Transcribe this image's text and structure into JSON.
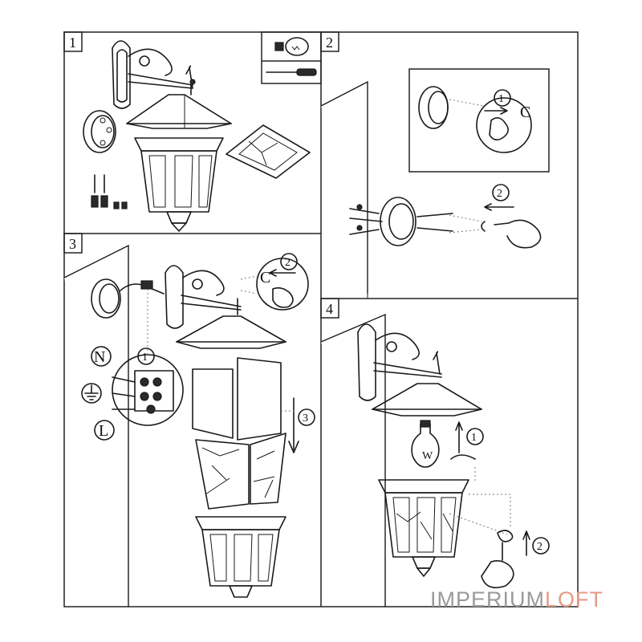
{
  "panels": [
    {
      "number": "1"
    },
    {
      "number": "2",
      "steps": [
        "1",
        "2"
      ]
    },
    {
      "number": "3",
      "steps": [
        "1",
        "2",
        "3"
      ],
      "wire_labels": {
        "neutral": "N",
        "live": "L"
      }
    },
    {
      "number": "4",
      "steps": [
        "1",
        "2"
      ],
      "bulb_label": "W"
    }
  ],
  "icons": {
    "bulb": "light-bulb-icon",
    "screwdriver": "screwdriver-icon",
    "ground": "ground-symbol-icon",
    "hand": "hand-icon",
    "clip": "c-clip-icon"
  },
  "watermark": {
    "part1": "IMPERIUM",
    "part2": "LOFT",
    "colors": {
      "part1": "#9a9a9a",
      "part2": "#e59a85"
    }
  }
}
